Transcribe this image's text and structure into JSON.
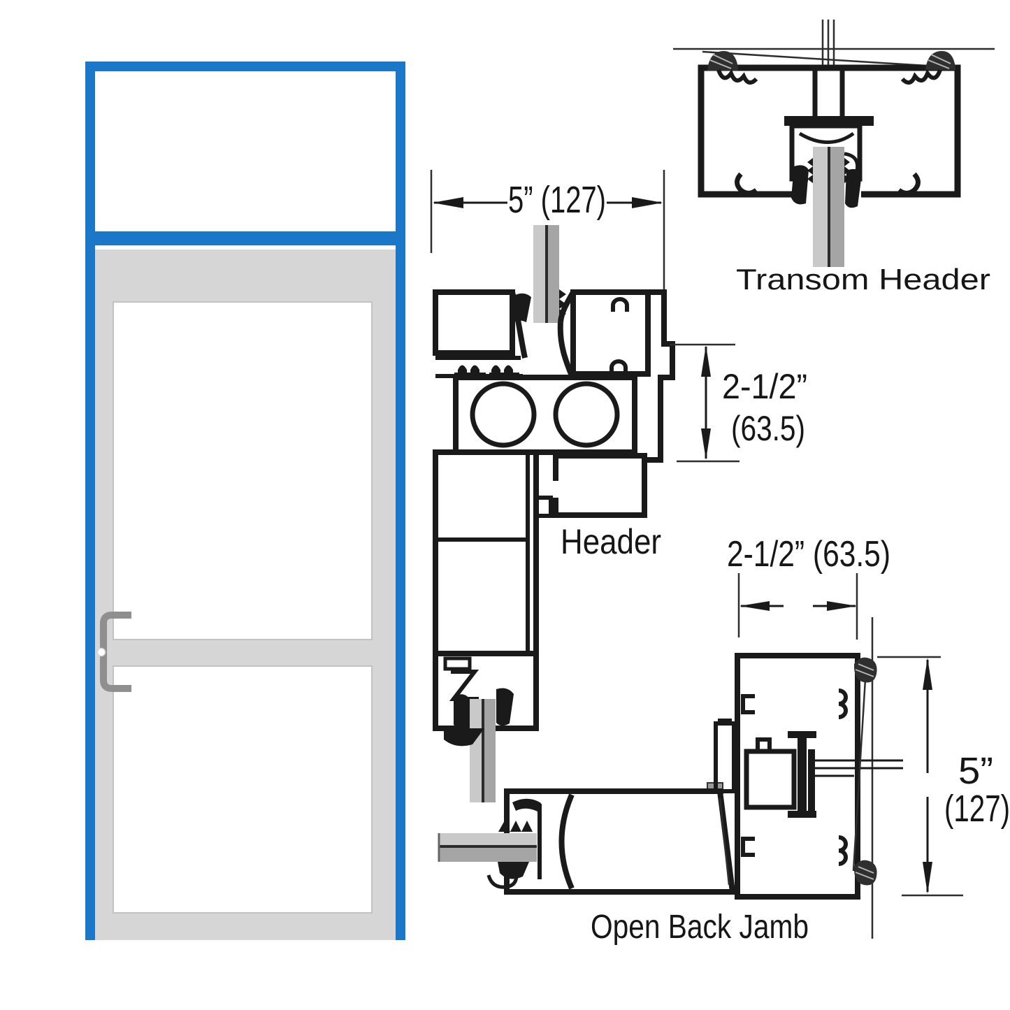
{
  "labels": {
    "transom_header": "Transom Header",
    "header": "Header",
    "open_back_jamb": "Open Back Jamb"
  },
  "dimensions": {
    "header_width": "5” (127)",
    "header_face": "2-1/2”",
    "header_face_metric": "(63.5)",
    "jamb_face": "2-1/2” (63.5)",
    "jamb_depth": "5”",
    "jamb_depth_metric": "(127)"
  },
  "colors": {
    "frame_blue": "#1b78c8",
    "door_gray": "#d6d6d6",
    "glass_light": "#c9c9c9",
    "glass_dark": "#a5a5a5",
    "glass_line": "#2b2b2b",
    "line_dark": "#1a1a1a"
  }
}
